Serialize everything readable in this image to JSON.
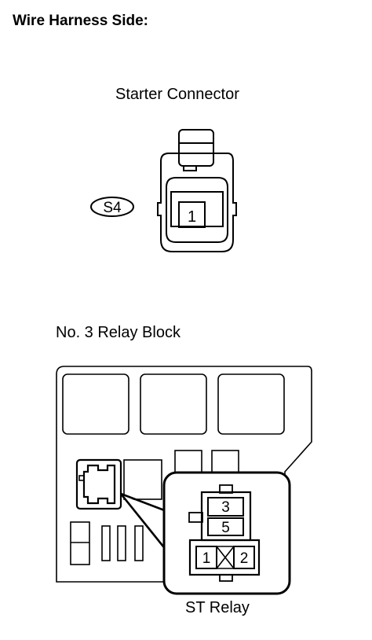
{
  "heading": "Wire Harness Side:",
  "starter_connector": {
    "label": "Starter Connector",
    "connector_code": "S4",
    "terminals": [
      "1"
    ]
  },
  "relay_block": {
    "label": "No. 3 Relay Block",
    "relay_name": "ST Relay",
    "relay_terminals": {
      "upper": [
        "3",
        "5"
      ],
      "lower_left": "1",
      "lower_right": "2"
    }
  }
}
